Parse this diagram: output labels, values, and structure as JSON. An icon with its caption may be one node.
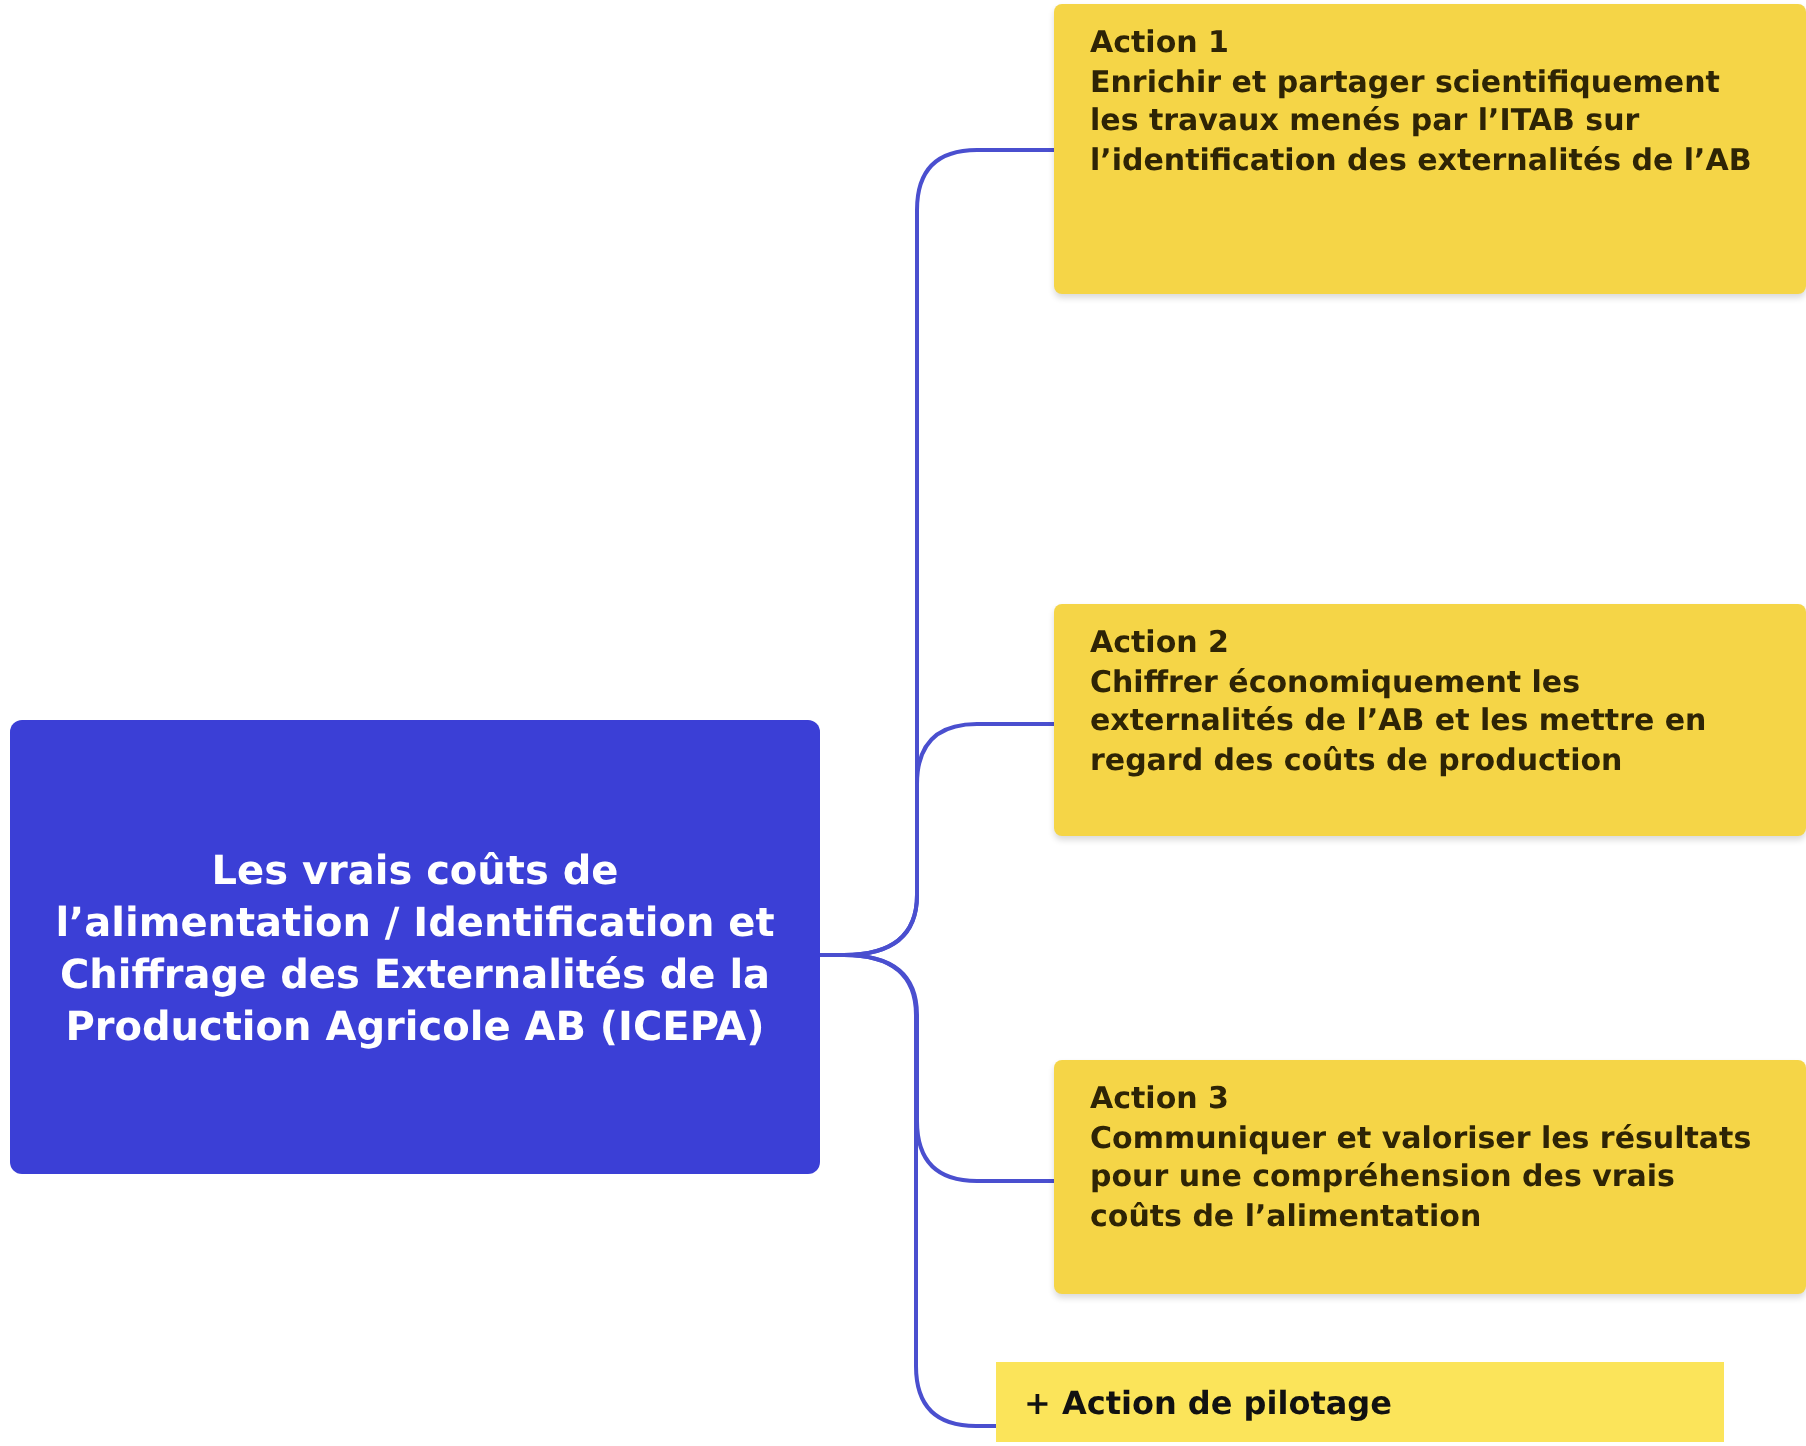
{
  "diagram": {
    "nodes": [
      {
        "text": [
          "Les vrais coûts de l’alimentation / Identification et Chiffrage des Externalités de la Production Agricole AB (ICEPA)"
        ]
      },
      {
        "text": [
          "Action 1",
          "Enrichir et partager scientifiquement les travaux menés par l’ITAB sur l’identification des externalités de l’AB"
        ]
      },
      {
        "text": [
          "Action 2",
          "Chiffrer économiquement les externalités de l’AB et les mettre en regard des coûts de production"
        ]
      },
      {
        "text": [
          "Action 3",
          "Communiquer et valoriser les résultats pour une compréhension des vrais coûts de l’alimentation"
        ]
      },
      {
        "text": [
          "+ Action de pilotage"
        ]
      }
    ],
    "edges": [
      {
        "from": 0,
        "to": 1,
        "arrow": "none"
      },
      {
        "from": 0,
        "to": 2,
        "arrow": "none"
      },
      {
        "from": 0,
        "to": 3,
        "arrow": "none"
      },
      {
        "from": 0,
        "to": 4,
        "arrow": "none"
      }
    ]
  }
}
